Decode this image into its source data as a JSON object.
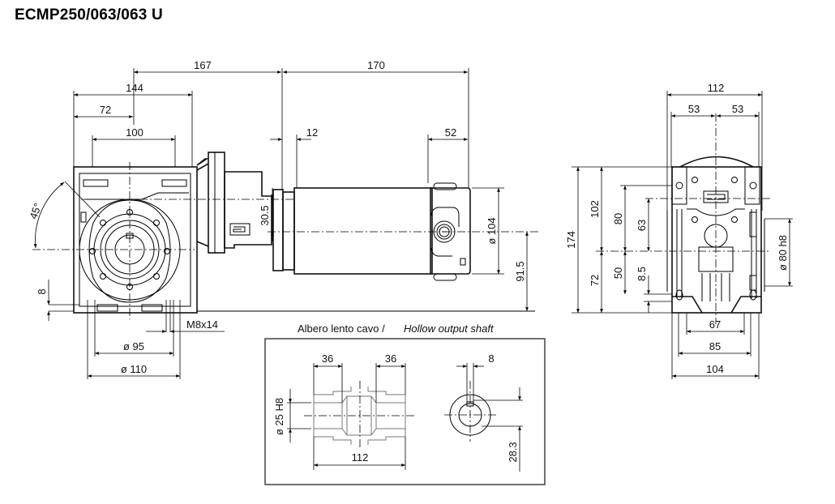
{
  "title": "ECMP250/063/063 U",
  "front_view": {
    "dims": {
      "d167": "167",
      "d170": "170",
      "d144": "144",
      "d72": "72",
      "d100": "100",
      "d12": "12",
      "d52": "52",
      "d30_5": "30.5",
      "d104dia": "ø 104",
      "d91_5": "91.5",
      "d45": "45°",
      "d8": "8",
      "m8x14": "M8x14",
      "d95": "ø 95",
      "d110": "ø 110"
    }
  },
  "side_view": {
    "dims": {
      "d112": "112",
      "d53a": "53",
      "d53b": "53",
      "d174": "174",
      "d102": "102",
      "d80": "80",
      "d63": "63",
      "d72": "72",
      "d50": "50",
      "d8_5": "8.5",
      "d80h8": "ø 80 h8",
      "d67": "67",
      "d85": "85",
      "d104": "104"
    }
  },
  "shaft_detail": {
    "caption_it": "Albero lento cavo /",
    "caption_en": "Hollow output shaft",
    "dims": {
      "d36a": "36",
      "d36b": "36",
      "d8": "8",
      "d25h8": "ø 25 H8",
      "d112": "112",
      "d28_3": "28.3"
    }
  }
}
